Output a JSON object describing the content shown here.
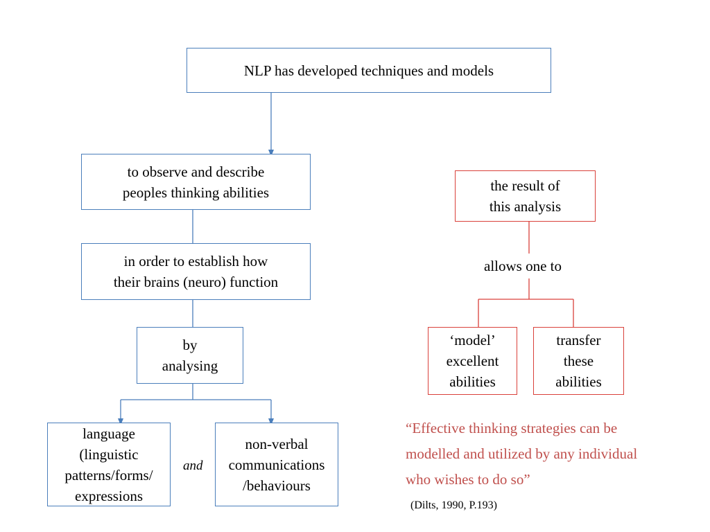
{
  "colors": {
    "blue": "#4a7ebb",
    "red": "#d9403a",
    "quote": "#c0504d"
  },
  "left_flow": {
    "top_box": "NLP has developed techniques and models",
    "observe_box": [
      "to observe and describe",
      "peoples thinking abilities"
    ],
    "establish_box": [
      "in order to establish how",
      "their brains (neuro) function"
    ],
    "analysing_box": [
      "by",
      "analysing"
    ],
    "language_box": [
      "language",
      "(linguistic",
      "patterns/forms/",
      "expressions"
    ],
    "and_label": "and",
    "nonverbal_box": [
      "non-verbal",
      "communications",
      "/behaviours"
    ]
  },
  "right_flow": {
    "result_box": [
      "the result of",
      "this analysis"
    ],
    "allows_label": "allows one to",
    "model_box": [
      "‘model’",
      "excellent",
      "abilities"
    ],
    "transfer_box": [
      "transfer",
      "these",
      "abilities"
    ]
  },
  "quote": {
    "lines": [
      "“Effective thinking strategies can be",
      "modelled and utilized by any individual",
      "who wishes to do so”"
    ],
    "citation": "(Dilts, 1990, P.193)"
  }
}
